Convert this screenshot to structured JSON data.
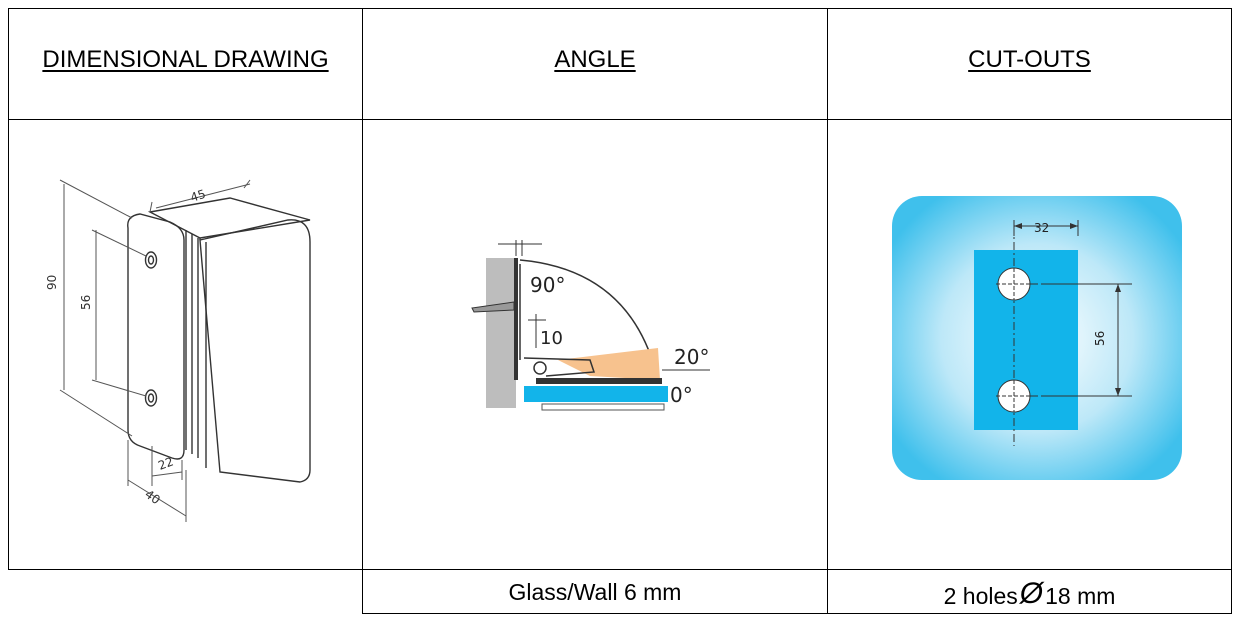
{
  "headers": {
    "dimensional": "DIMENSIONAL DRAWING",
    "angle": "ANGLE",
    "cutouts": "CUT-OUTS"
  },
  "captions": {
    "angle": "Glass/Wall 6 mm",
    "cutouts_prefix": "2 holes",
    "cutouts_symbol": "Ø",
    "cutouts_suffix": "18 mm"
  },
  "dimensional_drawing": {
    "overall_height": "90",
    "hole_spacing": "56",
    "depth": "45",
    "offset": "22",
    "width": "40"
  },
  "angle_drawing": {
    "angle_open": "90°",
    "angle_mid": "20°",
    "angle_closed": "0°",
    "offset": "10"
  },
  "cutouts_drawing": {
    "width": "32",
    "hole_spacing": "56",
    "background_color": "#4cc4ea",
    "plate_color": "#12b4ea"
  }
}
